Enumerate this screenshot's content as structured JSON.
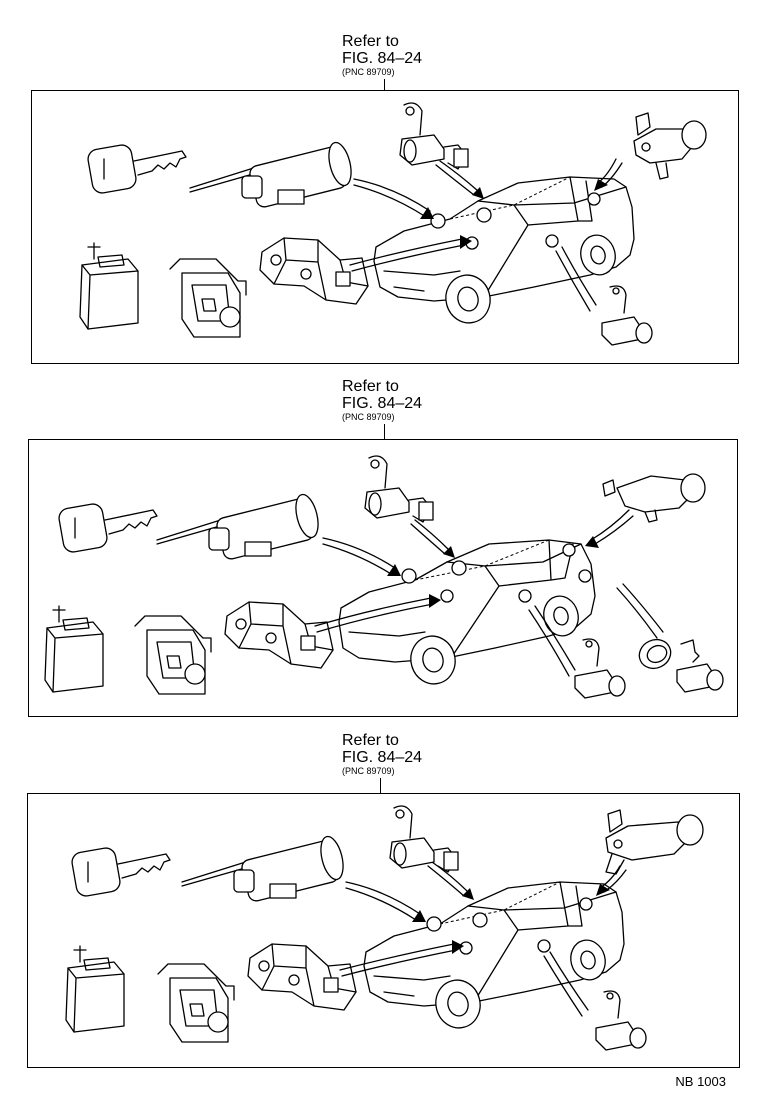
{
  "diagrams": [
    {
      "id": "sedan",
      "callout": {
        "line1": "Refer to",
        "line2": "FIG. 84–24",
        "pnc": "(PNC 89709)"
      },
      "parts": [
        "key-icon",
        "ignition-cylinder-icon",
        "immobilizer-relay-icon",
        "transponder-amplifier-icon",
        "steering-lock-icon",
        "door-lock-cylinder-icon",
        "trunk-lock-cylinder-icon",
        "glovebox-lock-icon",
        "car-sedan-icon"
      ]
    },
    {
      "id": "hatchback",
      "callout": {
        "line1": "Refer to",
        "line2": "FIG. 84–24",
        "pnc": "(PNC 89709)"
      },
      "parts": [
        "key-icon",
        "ignition-cylinder-icon",
        "immobilizer-relay-icon",
        "transponder-amplifier-icon",
        "steering-lock-icon",
        "door-lock-cylinder-icon",
        "back-door-lock-cylinder-icon",
        "lock-ring-icon",
        "glovebox-lock-icon",
        "car-hatchback-icon"
      ]
    },
    {
      "id": "sedan-2",
      "callout": {
        "line1": "Refer to",
        "line2": "FIG. 84–24",
        "pnc": "(PNC 89709)"
      },
      "parts": [
        "key-icon",
        "ignition-cylinder-icon",
        "immobilizer-relay-icon",
        "transponder-amplifier-icon",
        "steering-lock-icon",
        "door-lock-cylinder-icon",
        "trunk-lock-cylinder-icon",
        "glovebox-lock-icon",
        "car-sedan-icon"
      ]
    }
  ],
  "footer": {
    "code": "NB 1003"
  }
}
